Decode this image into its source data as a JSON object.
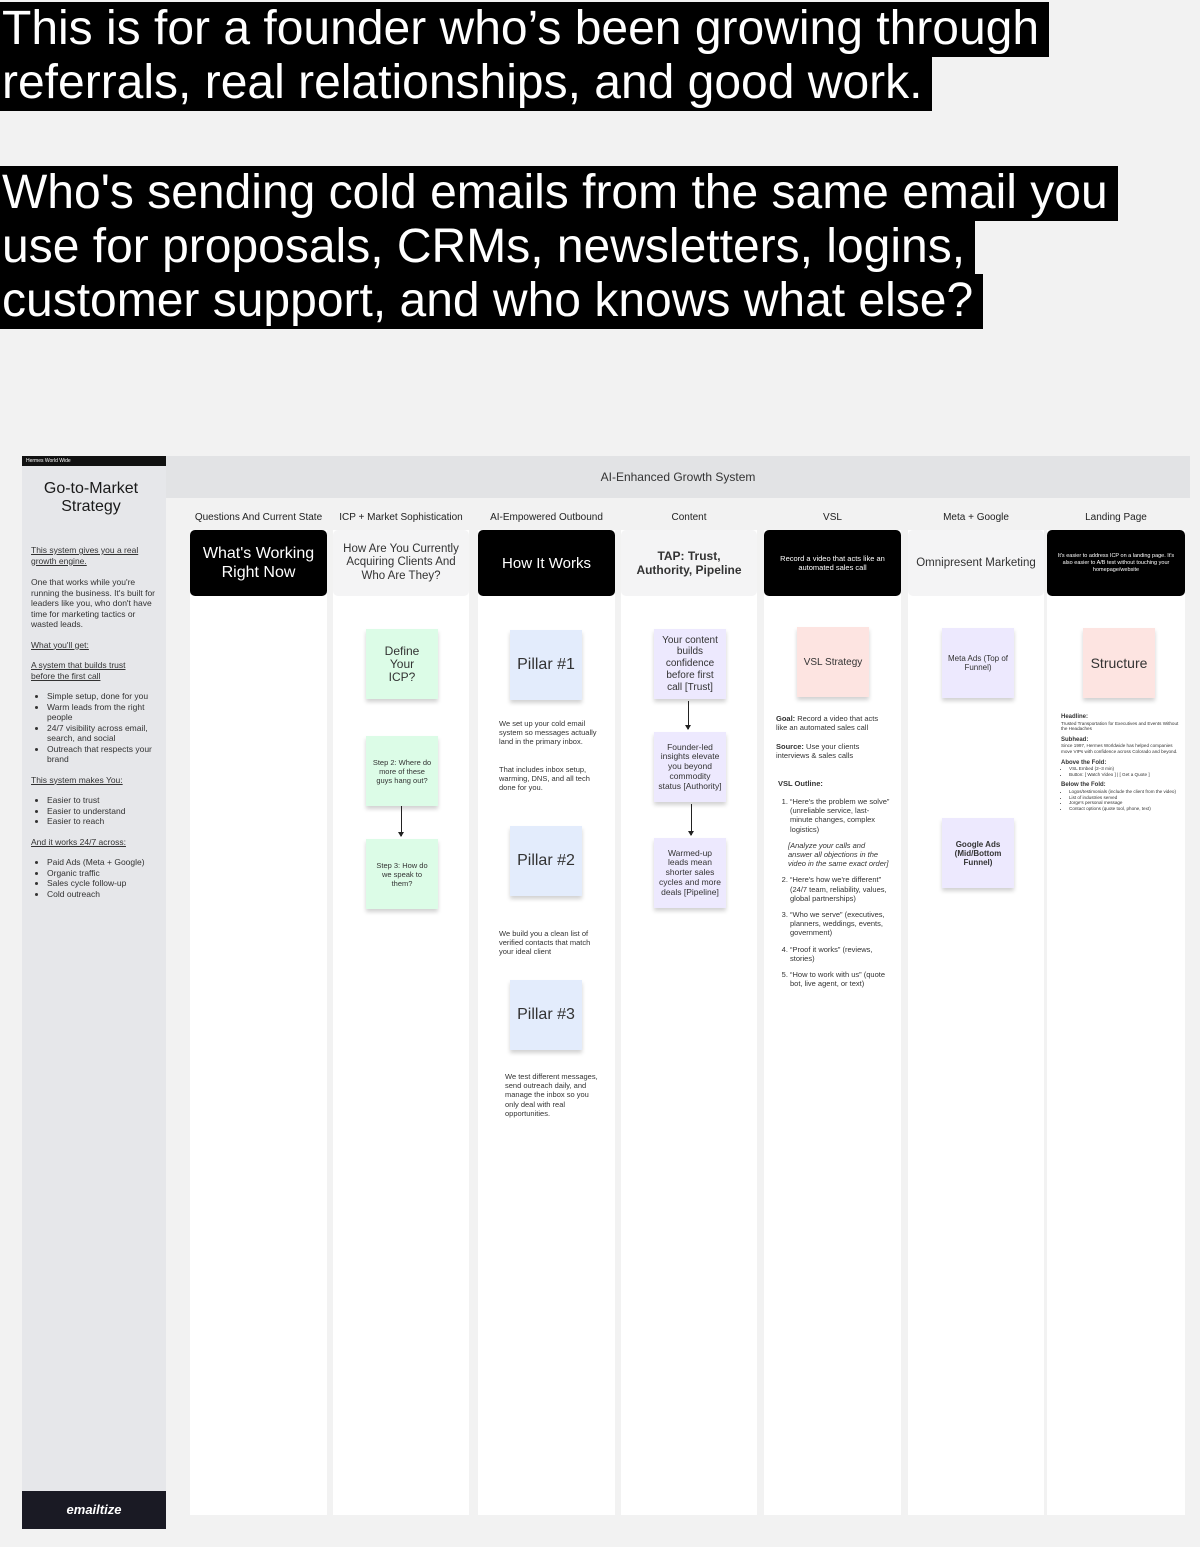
{
  "headline": {
    "lines_1": [
      "This is for a founder who’s been growing through",
      "referrals, real relationships, and good work."
    ],
    "lines_2": [
      "Who's sending cold emails from the same email you",
      "use for proposals, CRMs, newsletters, logins,",
      "customer support, and who knows what else?"
    ]
  },
  "sidebar": {
    "topbar_label": "Hermes World Wide",
    "title_line1": "Go-to-Market",
    "title_line2": "Strategy",
    "intro_heading": "This system gives you a real growth engine.",
    "intro_body": "One that works while you're running the business. It's built for leaders like you, who don't have time for marketing tactics or wasted leads.",
    "get_heading": "What you'll get:",
    "get_sub": "A system that builds trust before the first call",
    "get_items": [
      "Simple setup, done for you",
      "Warm leads from the right people",
      "24/7 visibility across email, search, and social",
      "Outreach that respects your brand"
    ],
    "makes_heading": "This system makes You:",
    "makes_items": [
      "Easier to trust",
      "Easier to understand",
      "Easier to reach"
    ],
    "works_heading": "And it works 24/7 across:",
    "works_items": [
      "Paid Ads (Meta + Google)",
      "Organic traffic",
      "Sales cycle follow-up",
      "Cold outreach"
    ],
    "logo": "emailtize"
  },
  "board": {
    "title": "AI-Enhanced Growth System",
    "columns": [
      {
        "title": "Questions And Current State",
        "head": "What's Working Right Now"
      },
      {
        "title": "ICP + Market Sophistication",
        "head": "How Are You Currently Acquiring Clients And Who Are They?"
      },
      {
        "title": "AI-Empowered Outbound",
        "head": "How It Works"
      },
      {
        "title": "Content",
        "head": "TAP: Trust, Authority, Pipeline"
      },
      {
        "title": "VSL",
        "head": "Record a video that acts like an automated sales call"
      },
      {
        "title": "Meta + Google",
        "head": "Omnipresent Marketing"
      },
      {
        "title": "Landing Page",
        "head": "It's easier to address ICP on a landing page. It's also easier to A/B test without touching your homepage/website"
      }
    ]
  },
  "icp": {
    "sticky1": "Define Your ICP?",
    "sticky2": "Step 2: Where do more of these guys hang out?",
    "sticky3": "Step 3: How do we speak to them?"
  },
  "outbound": {
    "pillar1": "Pillar #1",
    "pillar1_text": "We set up your cold email system so messages actually land in the primary inbox.",
    "pillar1_text2": "That includes inbox setup, warming, DNS, and all tech done for you.",
    "pillar2": "Pillar #2",
    "pillar2_text": "We build you a clean list of verified contacts that match your ideal client",
    "pillar3": "Pillar #3",
    "pillar3_text": "We test different messages, send outreach daily, and manage the inbox so you only deal with real opportunities."
  },
  "content": {
    "sticky1": "Your content builds confidence before first call [Trust]",
    "sticky2": "Founder-led insights elevate you beyond commodity status [Authority]",
    "sticky3": "Warmed-up leads mean shorter sales cycles and more deals [Pipeline]"
  },
  "vsl": {
    "sticky": "VSL Strategy",
    "goal_label": "Goal:",
    "goal": "Record a video that acts like an automated sales call",
    "source_label": "Source:",
    "source": "Use your clients interviews & sales calls",
    "outline_label": "VSL Outline:",
    "item1": "“Here's the problem we solve” (unreliable service, last-minute changes, complex logistics)",
    "note": "[Analyze your calls and answer all objections in the video in the same exact order]",
    "item2": "“Here's how we're different” (24/7 team, reliability, values, global partnerships)",
    "item3": "“Who we serve” (executives, planners, weddings, events, government)",
    "item4": "“Proof it works” (reviews, stories)",
    "item5": "“How to work with us” (quote bot, live agent, or text)"
  },
  "ads": {
    "meta": "Meta Ads (Top of Funnel)",
    "google": "Google Ads (Mid/Bottom Funnel)"
  },
  "landing": {
    "sticky": "Structure",
    "headline_label": "Headline:",
    "headline": "Trusted Transportation for Executives and Events Without the Headaches",
    "subhead_label": "Subhead:",
    "subhead": "Since 1997, Hermes Worldwide has helped companies move VIPs with confidence across Colorado and beyond.",
    "above_label": "Above the Fold:",
    "above_items": [
      "VSL Embed (2–3 min)",
      "Button: [ Watch Video ] | [ Get a Quote ]"
    ],
    "below_label": "Below the Fold:",
    "below_items": [
      "Logos/testimonials (include the client from the video)",
      "List of industries served",
      "Jorge's personal message",
      "Contact options (quote tool, phone, text)"
    ]
  },
  "colors": {
    "sticky_green": "#dcfce7",
    "sticky_blue": "#e3ecfc",
    "sticky_purple": "#ede9fe",
    "sticky_pink": "#fde4e1"
  }
}
